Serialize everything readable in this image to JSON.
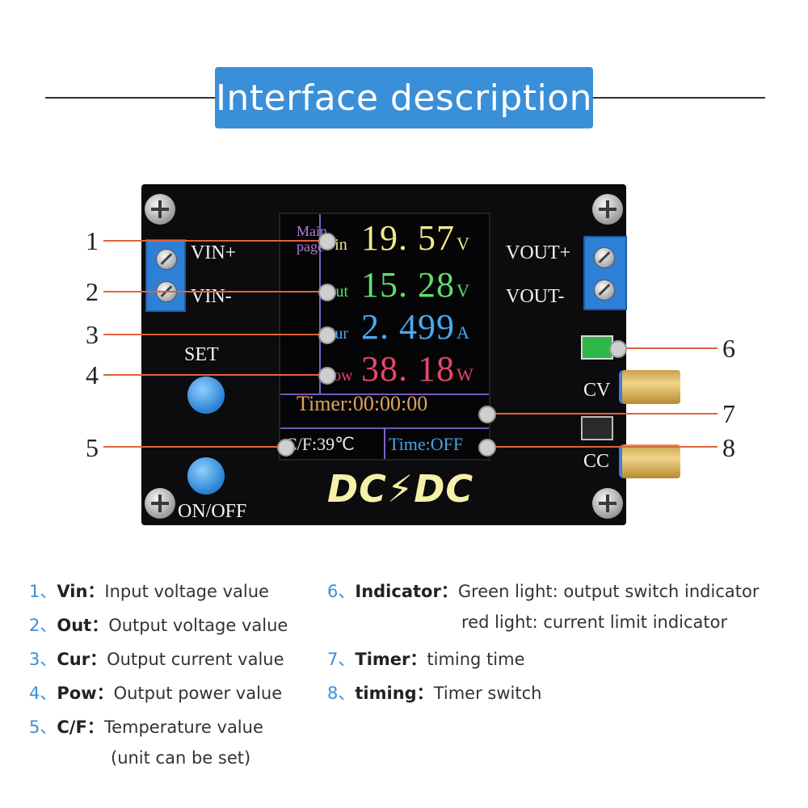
{
  "title": "Interface description",
  "board": {
    "vin_plus": "VIN+",
    "vin_minus": "VIN-",
    "vout_plus": "VOUT+",
    "vout_minus": "VOUT-",
    "set": "SET",
    "onoff": "ON/OFF",
    "cv": "CV",
    "cc": "CC",
    "logo": "DC⚡DC"
  },
  "screen": {
    "page_label": "Main page",
    "rows": [
      {
        "label": "Vin",
        "value": "19. 57",
        "unit": "V",
        "color": "#f2e98a"
      },
      {
        "label": "Out",
        "value": "15. 28",
        "unit": "V",
        "color": "#5ee06a"
      },
      {
        "label": "Cur",
        "value": "2. 499",
        "unit": "A",
        "color": "#49a8f0"
      },
      {
        "label": "Pow",
        "value": "38. 18",
        "unit": "W",
        "color": "#e8466a"
      }
    ],
    "timer": "Timer:00:00:00",
    "temp": "C/F:39℃",
    "time_switch": "Time:OFF"
  },
  "callouts": [
    "1",
    "2",
    "3",
    "4",
    "5",
    "6",
    "7",
    "8"
  ],
  "legend": [
    {
      "n": "1、",
      "key": "Vin：",
      "text": "Input voltage value"
    },
    {
      "n": "2、",
      "key": "Out：",
      "text": "Output voltage value"
    },
    {
      "n": "3、",
      "key": "Cur：",
      "text": "Output current value"
    },
    {
      "n": "4、",
      "key": "Pow：",
      "text": "Output power value"
    },
    {
      "n": "5、",
      "key": "C/F：",
      "text": "Temperature value",
      "text2": "(unit can be set)"
    },
    {
      "n": "6、",
      "key": "Indicator：",
      "text": "Green light: output switch indicator",
      "text2": "red light: current limit indicator"
    },
    {
      "n": "7、",
      "key": "Timer：",
      "text": "timing time"
    },
    {
      "n": "8、",
      "key": "timing：",
      "text": "Timer switch"
    }
  ],
  "colors": {
    "accent": "#3a8fd9",
    "callout_line": "#e0623a",
    "board": "#0c0c0e"
  }
}
